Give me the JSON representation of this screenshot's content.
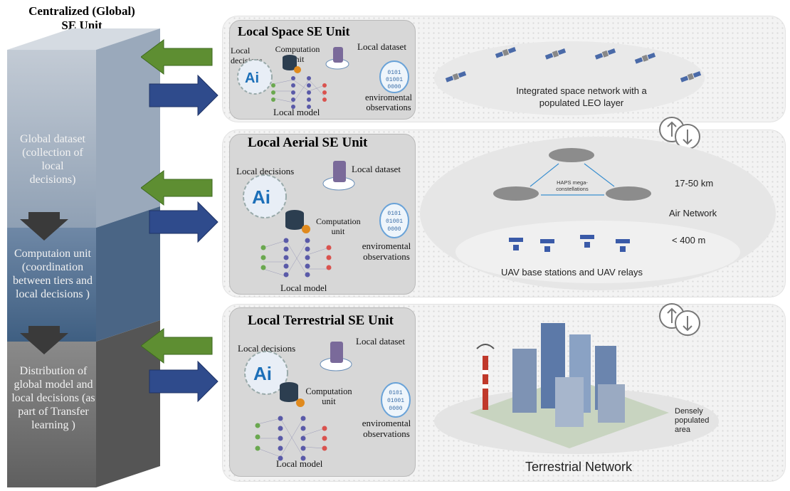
{
  "central": {
    "title_line1": "Centralized (Global)",
    "title_line2": "SE Unit",
    "block1": "Global dataset (collection of local decisions)",
    "block2": "Computaion unit (coordination between tiers and local decisions )",
    "block3": "Distribution of global model and local decisions (as part of Transfer learning )"
  },
  "space": {
    "title": "Local Space SE Unit",
    "local_decisions": "Local decisions",
    "computation_unit": "Computation unit",
    "local_dataset": "Local dataset",
    "observations": "enviromental observations",
    "local_model": "Local model",
    "network_caption": "Integrated space network with a populated LEO layer"
  },
  "aerial": {
    "title": "Local Aerial SE Unit",
    "local_decisions": "Local decisions",
    "computation_unit": "Computation unit",
    "local_dataset": "Local dataset",
    "observations": "enviromental observations",
    "local_model": "Local model",
    "haps_label": "HAPS mega-constellations",
    "altitude_high": "17-50 km",
    "air_network": "Air Network",
    "altitude_low": "< 400 m",
    "uav_caption": "UAV base stations and UAV relays"
  },
  "terrestrial": {
    "title": "Local Terrestrial SE Unit",
    "local_decisions": "Local decisions",
    "computation_unit": "Computation unit",
    "local_dataset": "Local dataset",
    "observations": "enviromental observations",
    "local_model": "Local model",
    "dense_area": "Densely populated area",
    "network_caption": "Terrestrial Network"
  },
  "ai_logo": "Ai",
  "colors": {
    "green_arrow": "#5a8a2e",
    "blue_arrow": "#2e4a8a",
    "column_top": "#8a9bb0",
    "column_mid": "#4f6c8c",
    "column_bottom": "#6e6e6e"
  }
}
